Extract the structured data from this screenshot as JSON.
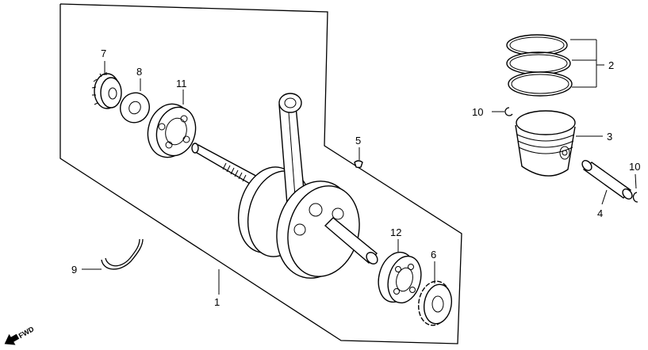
{
  "diagram": {
    "labels": {
      "crankshaft": "1",
      "piston_rings": "2",
      "piston": "3",
      "piston_pin": "4",
      "woodruff_key": "5",
      "sprocket": "6",
      "gear": "7",
      "washer": "8",
      "circlip_ring": "9",
      "pin_clip_left": "10",
      "pin_clip_right": "10",
      "bearing_left": "11",
      "bearing_right": "12"
    },
    "direction_indicator": "FWD"
  }
}
